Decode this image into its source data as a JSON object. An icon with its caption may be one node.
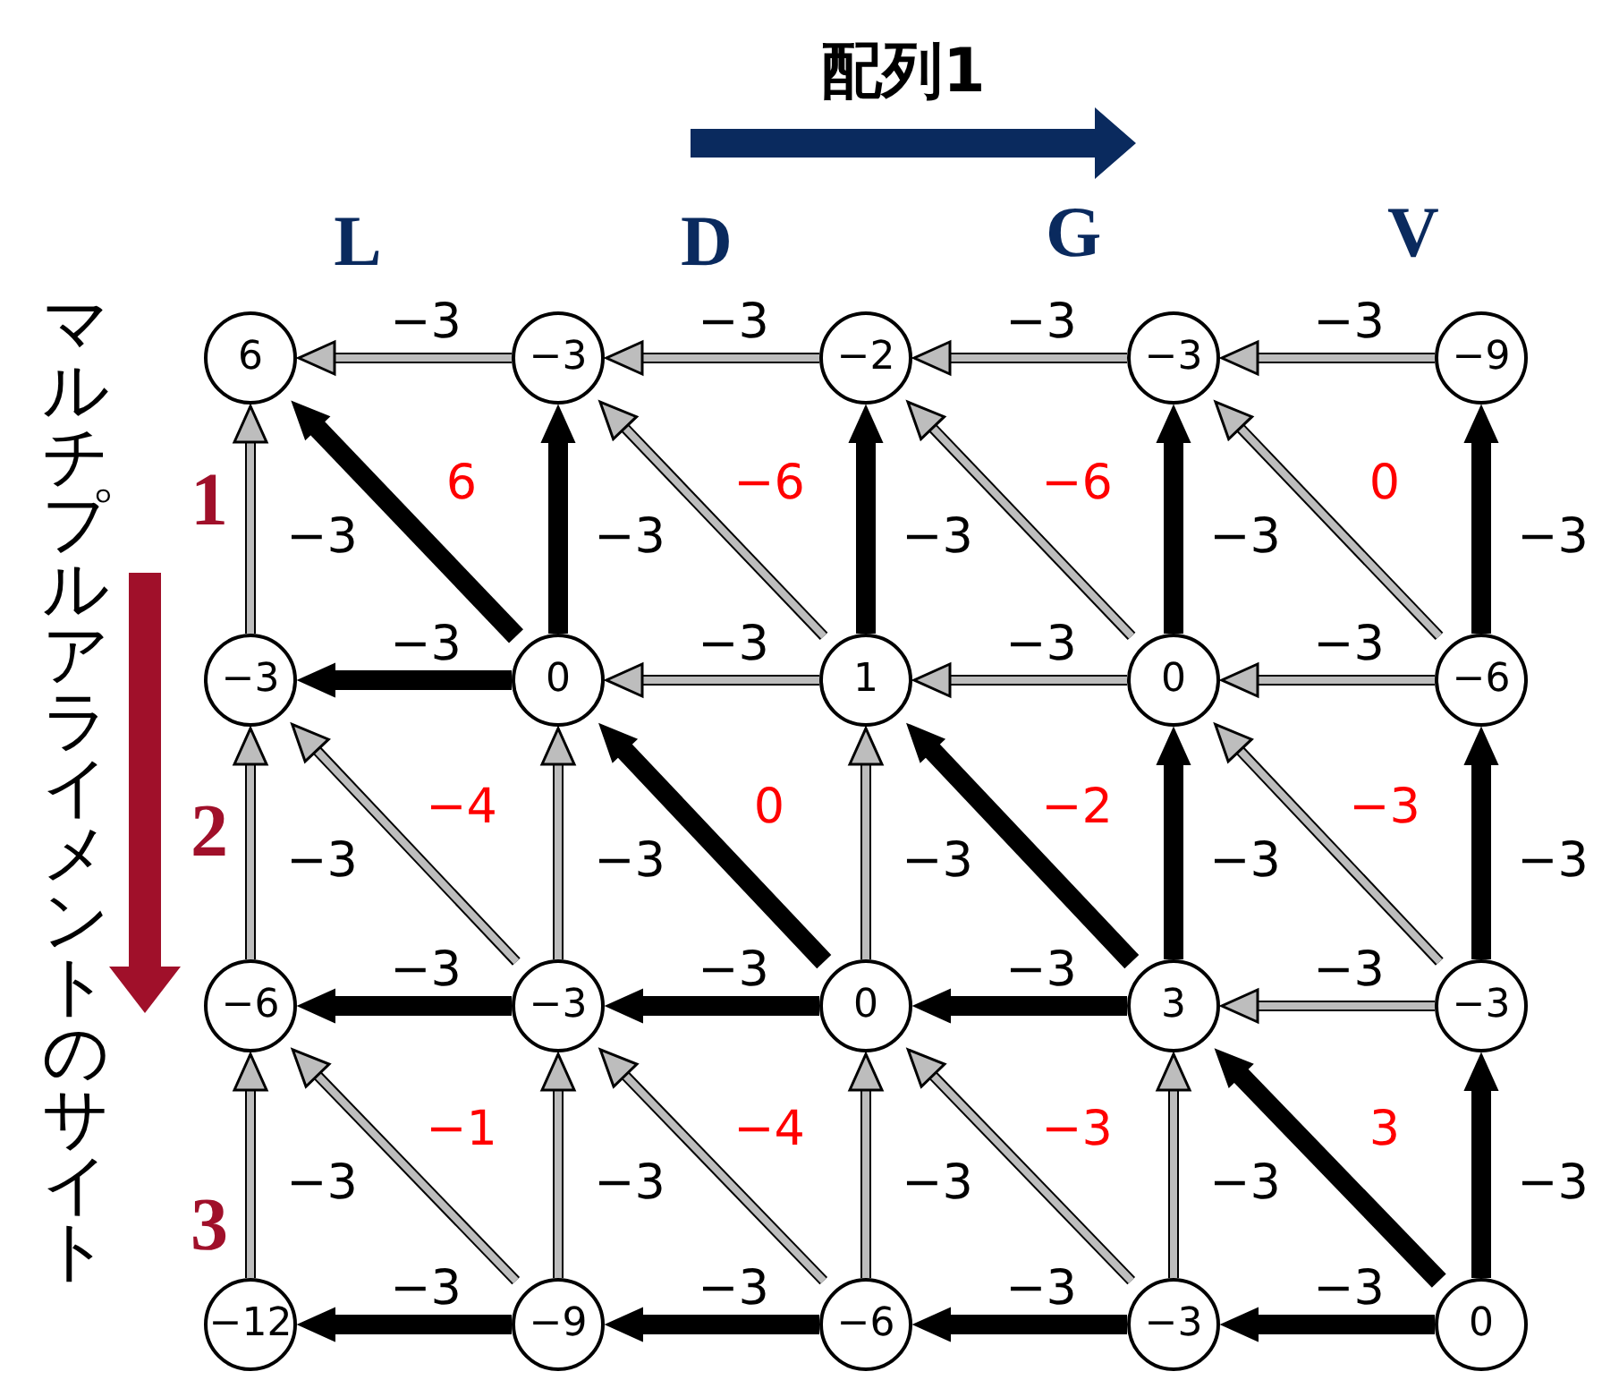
{
  "diagram": {
    "nodes": [
      {
        "text": [
          "6"
        ]
      },
      {
        "text": [
          "−3"
        ]
      },
      {
        "text": [
          "−2"
        ]
      },
      {
        "text": [
          "−3"
        ]
      },
      {
        "text": [
          "−9"
        ]
      },
      {
        "text": [
          "−3"
        ]
      },
      {
        "text": [
          "0"
        ]
      },
      {
        "text": [
          "1"
        ]
      },
      {
        "text": [
          "0"
        ]
      },
      {
        "text": [
          "−6"
        ]
      },
      {
        "text": [
          "−6"
        ]
      },
      {
        "text": [
          "−3"
        ]
      },
      {
        "text": [
          "0"
        ]
      },
      {
        "text": [
          "3"
        ]
      },
      {
        "text": [
          "−3"
        ]
      },
      {
        "text": [
          "−12"
        ]
      },
      {
        "text": [
          "−9"
        ]
      },
      {
        "text": [
          "−6"
        ]
      },
      {
        "text": [
          "−3"
        ]
      },
      {
        "text": [
          "0"
        ]
      }
    ],
    "edges": [
      {
        "from": 1,
        "to": 0,
        "arrow": "to",
        "label": "−3"
      },
      {
        "from": 2,
        "to": 1,
        "arrow": "to",
        "label": "−3"
      },
      {
        "from": 3,
        "to": 2,
        "arrow": "to",
        "label": "−3"
      },
      {
        "from": 4,
        "to": 3,
        "arrow": "to",
        "label": "−3"
      },
      {
        "from": 5,
        "to": 0,
        "arrow": "to",
        "label": "−3"
      },
      {
        "from": 6,
        "to": 1,
        "arrow": "to",
        "label": "−3",
        "style": "thick",
        "color": "#000000"
      },
      {
        "from": 7,
        "to": 2,
        "arrow": "to",
        "label": "−3",
        "style": "thick",
        "color": "#000000"
      },
      {
        "from": 8,
        "to": 3,
        "arrow": "to",
        "label": "−3",
        "style": "thick",
        "color": "#000000"
      },
      {
        "from": 9,
        "to": 4,
        "arrow": "to",
        "label": "−3",
        "style": "thick",
        "color": "#000000"
      },
      {
        "from": 6,
        "to": 0,
        "arrow": "to",
        "label": "6",
        "style": "thick",
        "color": "#000000"
      },
      {
        "from": 7,
        "to": 1,
        "arrow": "to",
        "label": "−6"
      },
      {
        "from": 8,
        "to": 2,
        "arrow": "to",
        "label": "−6"
      },
      {
        "from": 9,
        "to": 3,
        "arrow": "to",
        "label": "0"
      },
      {
        "from": 6,
        "to": 5,
        "arrow": "to",
        "label": "−3",
        "style": "thick",
        "color": "#000000"
      },
      {
        "from": 7,
        "to": 6,
        "arrow": "to",
        "label": "−3"
      },
      {
        "from": 8,
        "to": 7,
        "arrow": "to",
        "label": "−3"
      },
      {
        "from": 9,
        "to": 8,
        "arrow": "to",
        "label": "−3"
      },
      {
        "from": 10,
        "to": 5,
        "arrow": "to",
        "label": "−3"
      },
      {
        "from": 11,
        "to": 6,
        "arrow": "to",
        "label": "−3"
      },
      {
        "from": 12,
        "to": 7,
        "arrow": "to",
        "label": "−3"
      },
      {
        "from": 13,
        "to": 8,
        "arrow": "to",
        "label": "−3",
        "style": "thick",
        "color": "#000000"
      },
      {
        "from": 14,
        "to": 9,
        "arrow": "to",
        "label": "−3",
        "style": "thick",
        "color": "#000000"
      },
      {
        "from": 11,
        "to": 5,
        "arrow": "to",
        "label": "−4"
      },
      {
        "from": 12,
        "to": 6,
        "arrow": "to",
        "label": "0",
        "style": "thick",
        "color": "#000000"
      },
      {
        "from": 13,
        "to": 7,
        "arrow": "to",
        "label": "−2",
        "style": "thick",
        "color": "#000000"
      },
      {
        "from": 14,
        "to": 8,
        "arrow": "to",
        "label": "−3"
      },
      {
        "from": 11,
        "to": 10,
        "arrow": "to",
        "label": "−3",
        "style": "thick",
        "color": "#000000"
      },
      {
        "from": 12,
        "to": 11,
        "arrow": "to",
        "label": "−3",
        "style": "thick",
        "color": "#000000"
      },
      {
        "from": 13,
        "to": 12,
        "arrow": "to",
        "label": "−3",
        "style": "thick",
        "color": "#000000"
      },
      {
        "from": 14,
        "to": 13,
        "arrow": "to",
        "label": "−3"
      },
      {
        "from": 15,
        "to": 10,
        "arrow": "to",
        "label": "−3"
      },
      {
        "from": 16,
        "to": 11,
        "arrow": "to",
        "label": "−3"
      },
      {
        "from": 17,
        "to": 12,
        "arrow": "to",
        "label": "−3"
      },
      {
        "from": 18,
        "to": 13,
        "arrow": "to",
        "label": "−3"
      },
      {
        "from": 19,
        "to": 14,
        "arrow": "to",
        "label": "−3",
        "style": "thick",
        "color": "#000000"
      },
      {
        "from": 16,
        "to": 10,
        "arrow": "to",
        "label": "−1"
      },
      {
        "from": 17,
        "to": 11,
        "arrow": "to",
        "label": "−4"
      },
      {
        "from": 18,
        "to": 12,
        "arrow": "to",
        "label": "−3"
      },
      {
        "from": 19,
        "to": 13,
        "arrow": "to",
        "label": "3",
        "style": "thick",
        "color": "#000000"
      },
      {
        "from": 16,
        "to": 15,
        "arrow": "to",
        "label": "−3",
        "style": "thick",
        "color": "#000000"
      },
      {
        "from": 17,
        "to": 16,
        "arrow": "to",
        "label": "−3",
        "style": "thick",
        "color": "#000000"
      },
      {
        "from": 18,
        "to": 17,
        "arrow": "to",
        "label": "−3",
        "style": "thick",
        "color": "#000000"
      },
      {
        "from": 19,
        "to": 18,
        "arrow": "to",
        "label": "−3",
        "style": "thick",
        "color": "#000000"
      }
    ],
    "labels": [
      "配列1",
      "L",
      "D",
      "G",
      "V",
      "マルチプルアライメントのサイト",
      "1",
      "2",
      "3"
    ]
  }
}
